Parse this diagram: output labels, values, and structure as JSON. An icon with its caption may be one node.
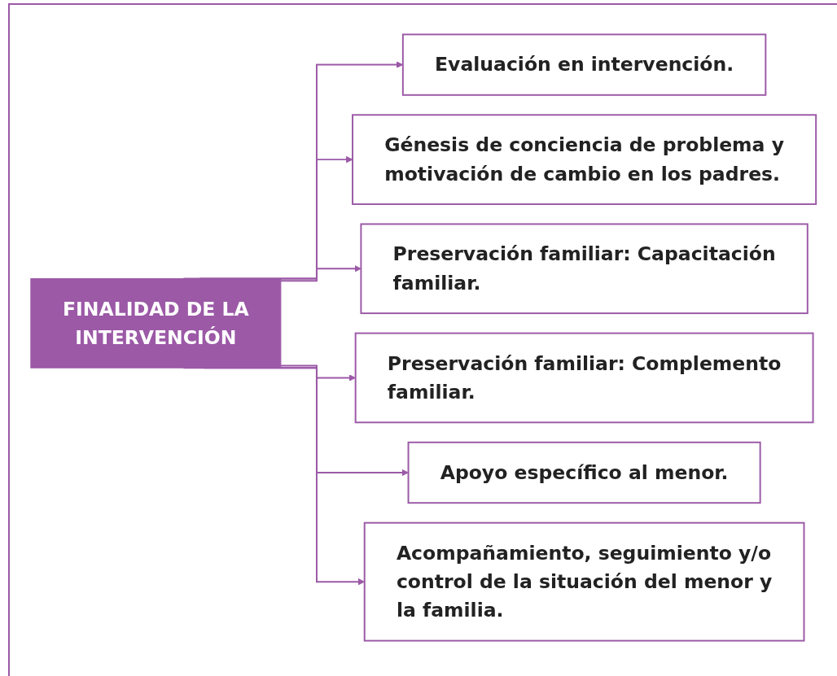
{
  "diagram": {
    "nodes": [
      {
        "text": [
          "FINALIDAD DE LA INTERVENCIÓN"
        ]
      },
      {
        "text": [
          "Evaluación en intervención."
        ]
      },
      {
        "text": [
          "Génesis de conciencia de problema y motivación de cambio en los padres."
        ]
      },
      {
        "text": [
          "Preservación familiar: Capacitación familiar."
        ]
      },
      {
        "text": [
          "Preservación familiar: Complemento familiar."
        ]
      },
      {
        "text": [
          "Apoyo específico al menor."
        ]
      },
      {
        "text": [
          "Acompañamiento, seguimiento y/o control de la situación del menor y la familia."
        ]
      }
    ],
    "edges": [
      {
        "from": 0,
        "to": 1,
        "arrow": "to"
      },
      {
        "from": 0,
        "to": 2,
        "arrow": "to"
      },
      {
        "from": 0,
        "to": 3,
        "arrow": "to"
      },
      {
        "from": 0,
        "to": 4,
        "arrow": "to"
      },
      {
        "from": 0,
        "to": 5,
        "arrow": "to"
      },
      {
        "from": 0,
        "to": 6,
        "arrow": "to"
      }
    ]
  }
}
